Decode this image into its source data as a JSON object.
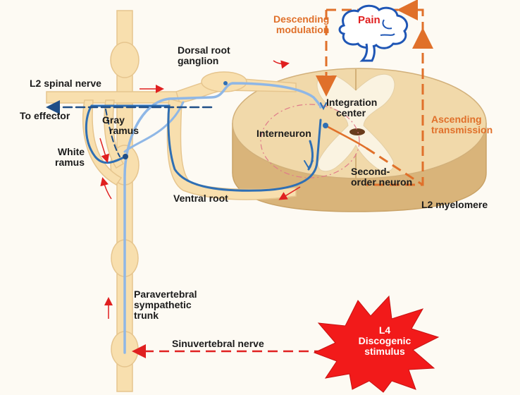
{
  "labels": {
    "descending_1": "Descending",
    "descending_2": "modulation",
    "pain": "Pain",
    "dorsal_root_1": "Dorsal root",
    "dorsal_root_2": "ganglion",
    "l2_spinal_nerve": "L2 spinal nerve",
    "to_effector": "To effector",
    "gray_1": "Gray",
    "gray_2": "ramus",
    "white_1": "White",
    "white_2": "ramus",
    "integration_1": "Integration",
    "integration_2": "center",
    "interneuron": "Interneuron",
    "ascending_1": "Ascending",
    "ascending_2": "transmission",
    "second_order_1": "Second-",
    "second_order_2": "order neuron",
    "ventral_root": "Ventral root",
    "l2_myelomere": "L2 myelomere",
    "paravertebral_1": "Paravertebral",
    "paravertebral_2": "sympathetic",
    "paravertebral_3": "trunk",
    "sinuvertebral": "Sinuvertebral nerve",
    "l4_1": "L4",
    "l4_2": "Discogenic",
    "l4_3": "stimulus"
  },
  "colors": {
    "nerve_fill": "#f8dfae",
    "nerve_stroke": "#e6c58e",
    "pathway_blue": "#2f6fb4",
    "light_blue": "#8fb7e6",
    "arrow_red": "#e02020",
    "orange": "#e0702a",
    "cord": "#f1d9aa",
    "gray_matter": "#faf3e1",
    "burst_red": "#f21a1a"
  }
}
